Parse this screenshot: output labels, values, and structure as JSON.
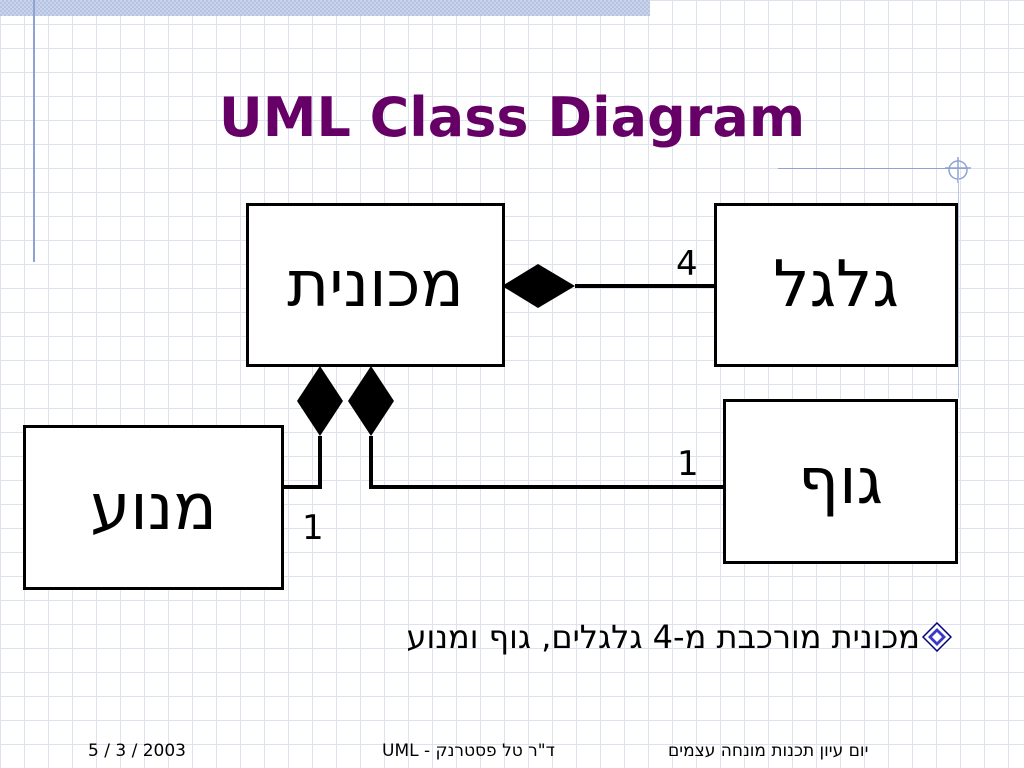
{
  "slide": {
    "title": "UML Class Diagram",
    "bullet": "מכונית מורכבת מ-4 גלגלים, גוף ומנוע"
  },
  "classes": {
    "car": "מכונית",
    "wheel": "גלגל",
    "body": "גוף",
    "engine": "מנוע"
  },
  "multiplicities": {
    "wheel": "4",
    "body": "1",
    "engine": "1"
  },
  "footer": {
    "date": "5 / 3 / 2003",
    "author": "UML  -  ד\"ר טל פסטרנק",
    "course": "יום עיון תכנות מונחה עצמים"
  },
  "colors": {
    "title": "#660066",
    "accent_line": "#8fa3d3",
    "bullet_diamond": "#000080"
  }
}
